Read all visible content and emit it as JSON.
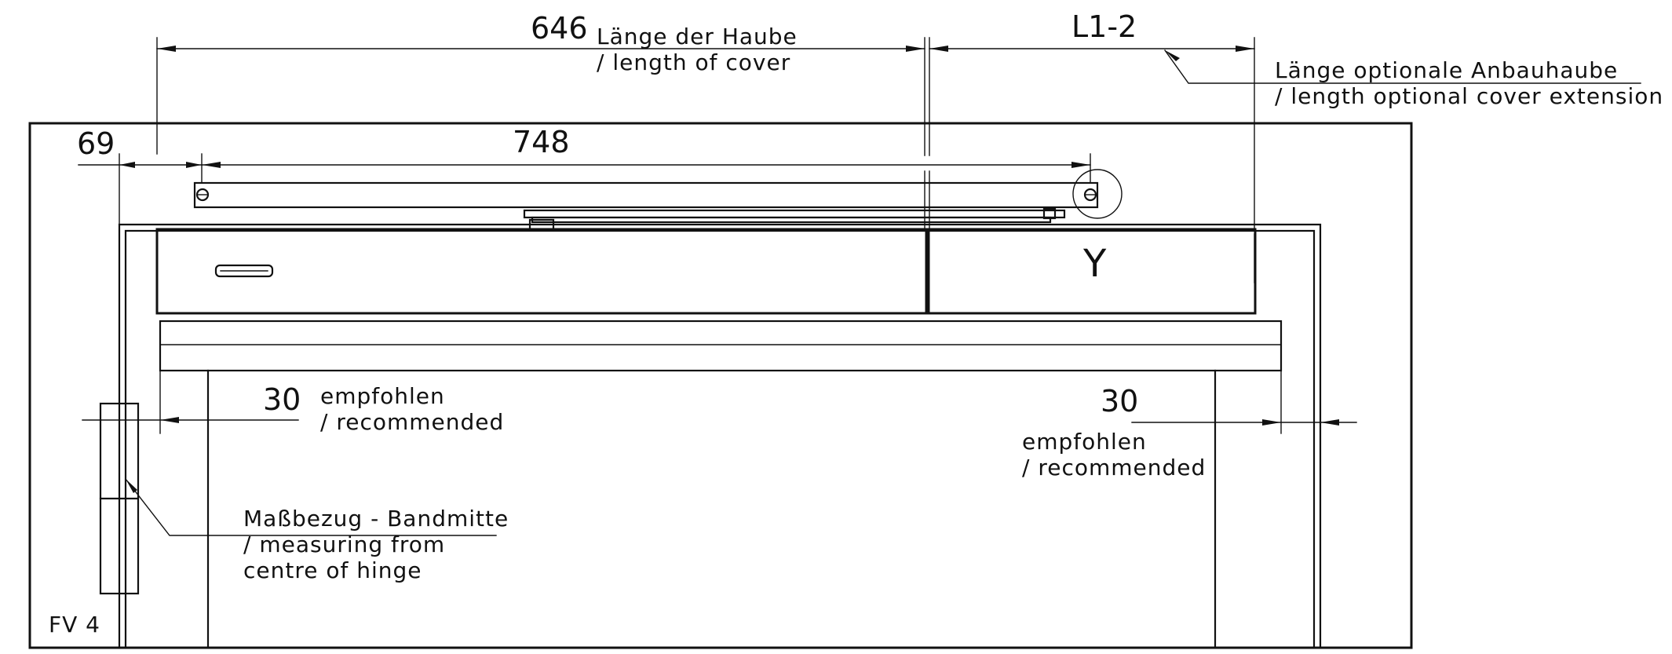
{
  "dimensions": {
    "cover_length": "646",
    "extension_length": "L1-2",
    "offset_left": "69",
    "arm_length": "748",
    "gap_left": "30",
    "gap_right": "30"
  },
  "labels": {
    "cover_de": "Länge der Haube",
    "cover_en": "/ length of cover",
    "extension_de": "Länge optionale Anbauhaube",
    "extension_en": "/ length optional cover extension",
    "recommended_left_de": "empfohlen",
    "recommended_left_en": "/ recommended",
    "recommended_right_de": "empfohlen",
    "recommended_right_en": "/ recommended",
    "hinge_de": "Maßbezug - Bandmitte",
    "hinge_en1": "/ measuring from",
    "hinge_en2": "centre of hinge",
    "extension_mark": "Y",
    "model": "FV 4"
  }
}
